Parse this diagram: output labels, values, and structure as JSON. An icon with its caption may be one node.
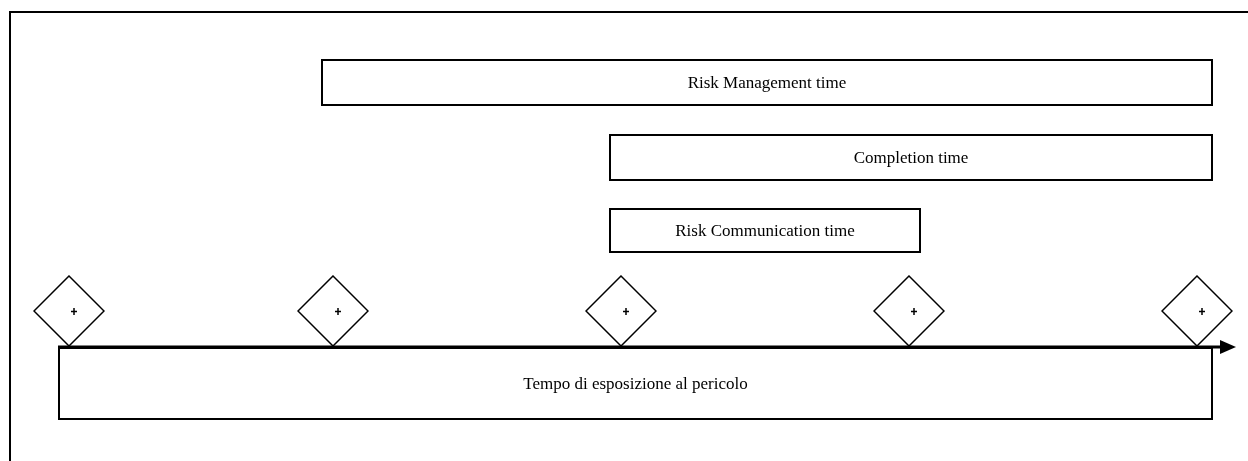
{
  "diagram": {
    "nodes": [
      {
        "text": [
          "Risk Management time"
        ]
      },
      {
        "text": [
          "Completion time"
        ]
      },
      {
        "text": [
          "Risk Communication time"
        ]
      },
      {
        "text": [],
        "shape": "diamond"
      },
      {
        "text": [],
        "shape": "diamond"
      },
      {
        "text": [],
        "shape": "diamond"
      },
      {
        "text": [],
        "shape": "diamond"
      },
      {
        "text": [],
        "shape": "diamond"
      },
      {
        "text": [
          "Tempo di esposizione al pericolo"
        ]
      }
    ]
  }
}
